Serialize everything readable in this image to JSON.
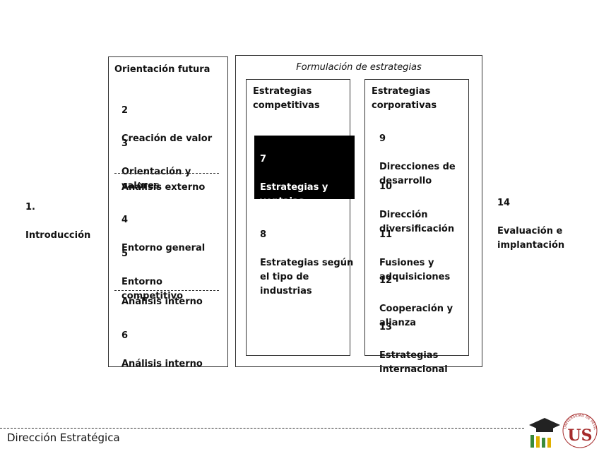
{
  "intro": {
    "number": "1.",
    "label": "Introducción"
  },
  "orientacion": {
    "title": "Orientación futura",
    "items": [
      {
        "number": "2",
        "label": "Creación de valor"
      },
      {
        "number": "3",
        "label": "Orientación y\nvalores"
      }
    ]
  },
  "analisis_externo": {
    "title": "Análisis externo",
    "items": [
      {
        "number": "4",
        "label": "Entorno general"
      },
      {
        "number": "5",
        "label": "Entorno\ncompetitivo"
      }
    ]
  },
  "analisis_interno": {
    "title": "Análisis interno",
    "items": [
      {
        "number": "6",
        "label": "Análisis interno"
      }
    ]
  },
  "formulacion": {
    "title": "Formulación de estrategias",
    "competitivas": {
      "title": "Estrategias\ncompetitivas",
      "items": [
        {
          "number": "7",
          "label": "Estrategias y\nventajas\ncompetitivas"
        },
        {
          "number": "8",
          "label": "Estrategias según\nel tipo de\nindustrias"
        }
      ]
    },
    "corporativas": {
      "title": "Estrategias\ncorporativas",
      "items": [
        {
          "number": "9",
          "label": "Direcciones de\ndesarrollo"
        },
        {
          "number": "10",
          "label": "Dirección\ndiversificación"
        },
        {
          "number": "11",
          "label": "Fusiones y\nadquisiciones"
        },
        {
          "number": "12",
          "label": "Cooperación y\nalianza"
        },
        {
          "number": "13",
          "label": "Estrategias\ninternacional"
        }
      ]
    }
  },
  "evaluacion": {
    "number": "14",
    "label": "Evaluación e\nimplantación"
  },
  "footer": {
    "title": "Dirección Estratégica"
  },
  "logo": {
    "text": "UNIVERSIDAD DE SEVILLA",
    "letters": "US"
  },
  "colors": {
    "highlight_bg": "#000000",
    "highlight_text": "#ffffff",
    "border": "#333333",
    "logo_green": "#3a8a3a",
    "logo_red": "#a52a2a",
    "logo_yellow": "#e0b000"
  }
}
